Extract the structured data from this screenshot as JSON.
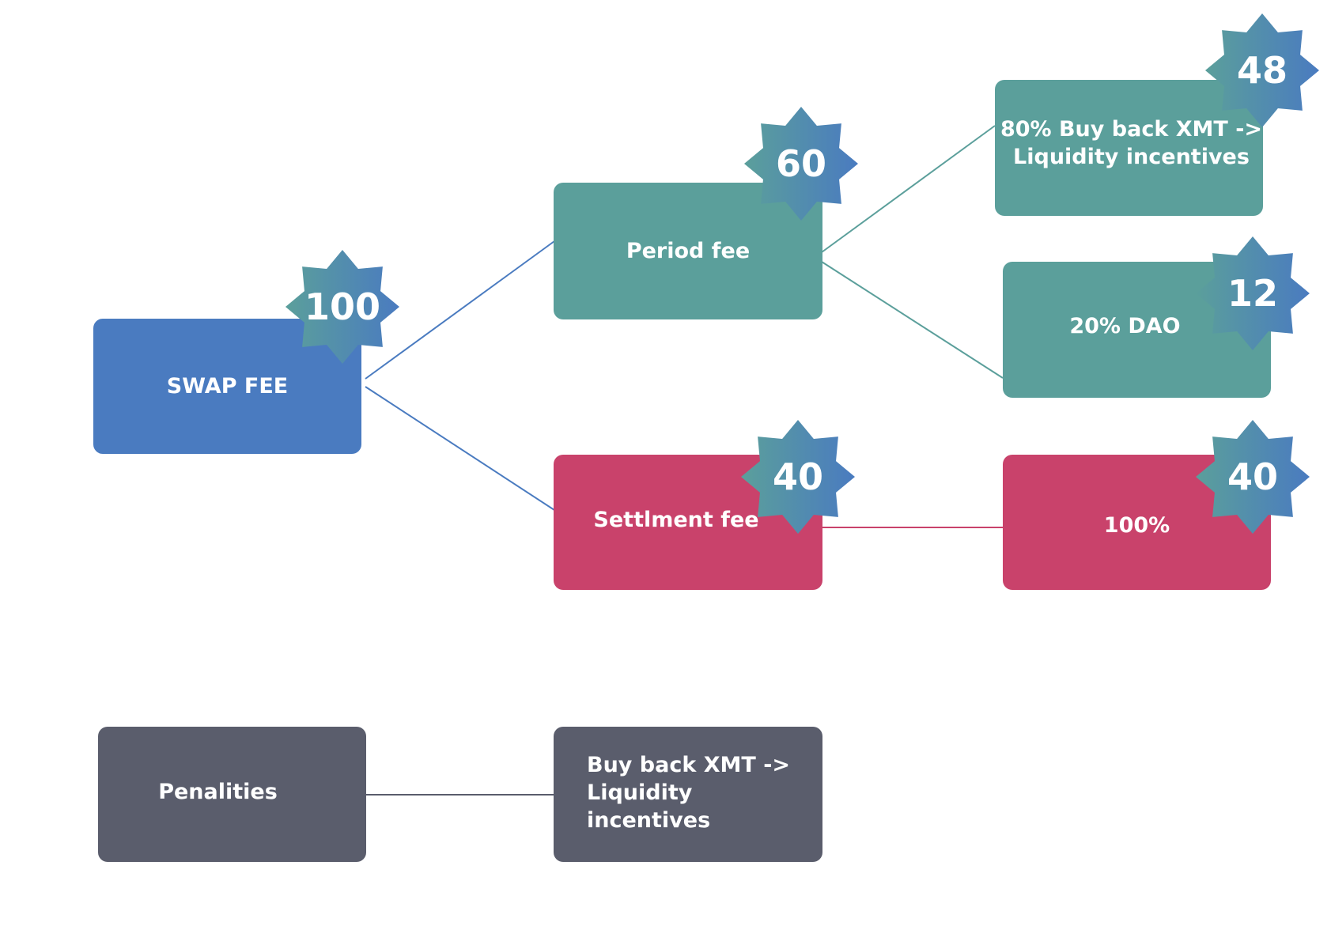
{
  "colors": {
    "swap_fee": "#4A7BC0",
    "teal": "#5B9F9B",
    "pink": "#C9426B",
    "dark": "#5A5D6C",
    "badge_gradient_start": "#5B9F9B",
    "badge_gradient_end": "#4A7BC0"
  },
  "nodes": {
    "swap_fee": {
      "label": "SWAP FEE",
      "badge": "100"
    },
    "period_fee": {
      "label": "Period fee",
      "badge": "60"
    },
    "settlement_fee": {
      "label": "Settlment fee",
      "badge": "40"
    },
    "buyback_80": {
      "label": "80% Buy back XMT ->\nLiquidity incentives",
      "badge": "48"
    },
    "dao_20": {
      "label": "20% DAO",
      "badge": "12"
    },
    "settlement_100": {
      "label": "100%",
      "badge": "40"
    },
    "penalities": {
      "label": "Penalities"
    },
    "penalities_target": {
      "label": "Buy back XMT ->\nLiquidity incentives"
    }
  },
  "badge_icon": "eight-point-star-icon"
}
